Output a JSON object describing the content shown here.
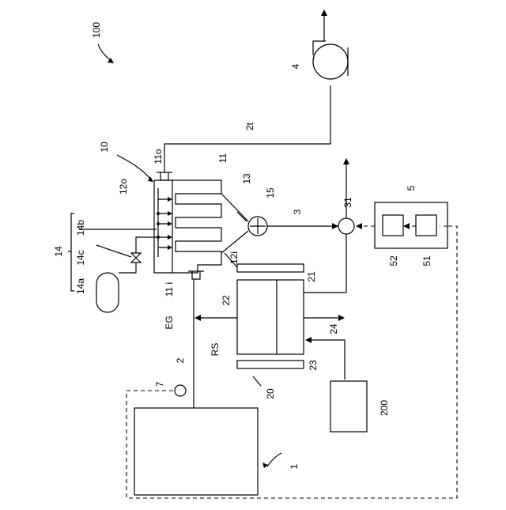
{
  "labels": {
    "fig": "100",
    "l1": "1",
    "l2": "2",
    "l2t": "2t",
    "l3": "3",
    "l4": "4",
    "l5": "5",
    "l7": "7",
    "l10": "10",
    "l11": "11",
    "l11i": "11 i",
    "l11o": "11o",
    "l12i": "12i",
    "l12o": "12o",
    "l13": "13",
    "l14": "14",
    "l14a": "14a",
    "l14b": "14b",
    "l14c": "14c",
    "l15": "15",
    "l20": "20",
    "l21": "21",
    "l22": "22",
    "l23": "23",
    "l24": "24",
    "l31": "31",
    "l51": "51",
    "l52": "52",
    "l200": "200",
    "lEG": "EG",
    "lRS": "RS"
  }
}
